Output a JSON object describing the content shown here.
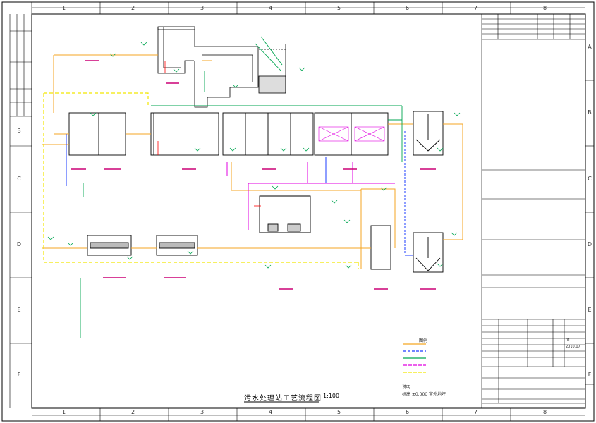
{
  "drawing": {
    "title": "污水处理站工艺流程图",
    "scale": "1:100",
    "grid_columns": [
      "1",
      "2",
      "3",
      "4",
      "5",
      "6",
      "7",
      "8"
    ],
    "grid_rows": [
      "A",
      "B",
      "C",
      "D",
      "E",
      "F"
    ]
  },
  "legend": {
    "heading": "图例"
  },
  "notes": {
    "heading": "说明",
    "line1": "标高 ±0.000  室外地坪"
  },
  "title_block": {
    "date": "2010.07",
    "sheet": "01"
  },
  "colors": {
    "frame": "#000000",
    "structure": "#000000",
    "sewage": "#f5a623",
    "sludge": "#f2e600",
    "air": "#00a651",
    "water": "#1e3cff",
    "dosing": "#e100e1",
    "outline": "#ff0000",
    "label_bar": "#cc0077"
  }
}
